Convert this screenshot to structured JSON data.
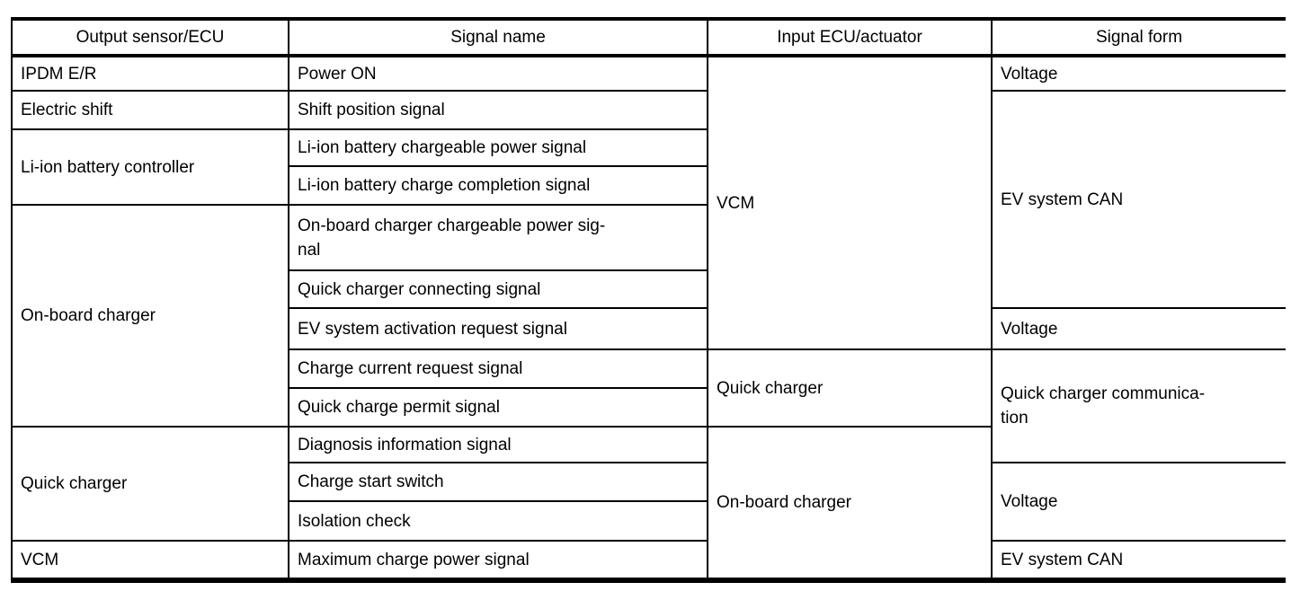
{
  "table": {
    "headers": [
      "Output sensor/ECU",
      "Signal name",
      "Input ECU/actuator",
      "Signal form"
    ],
    "rows": [
      {
        "cells": [
          {
            "col": "output-sensor",
            "text": "IPDM E/R",
            "rowspan": 1
          },
          {
            "col": "signal-name",
            "text": "Power ON",
            "rowspan": 1
          },
          {
            "col": "input-ecu",
            "text": "VCM",
            "rowspan": 7
          },
          {
            "col": "signal-form",
            "text": "Voltage",
            "rowspan": 1
          }
        ]
      },
      {
        "cells": [
          {
            "col": "output-sensor",
            "text": "Electric shift",
            "rowspan": 1
          },
          {
            "col": "signal-name",
            "text": "Shift position signal",
            "rowspan": 1
          },
          {
            "col": "signal-form",
            "text": "EV system CAN",
            "rowspan": 5
          }
        ]
      },
      {
        "cells": [
          {
            "col": "output-sensor",
            "text": "Li-ion battery controller",
            "rowspan": 2
          },
          {
            "col": "signal-name",
            "text": "Li-ion battery chargeable power signal",
            "rowspan": 1
          }
        ]
      },
      {
        "cells": [
          {
            "col": "signal-name",
            "text": "Li-ion battery charge completion signal",
            "rowspan": 1
          }
        ]
      },
      {
        "cells": [
          {
            "col": "output-sensor",
            "text": "On-board charger",
            "rowspan": 5
          },
          {
            "col": "signal-name",
            "text": "On-board charger chargeable power sig-\nnal",
            "rowspan": 1
          }
        ]
      },
      {
        "cells": [
          {
            "col": "signal-name",
            "text": "Quick charger connecting signal",
            "rowspan": 1
          }
        ]
      },
      {
        "cells": [
          {
            "col": "signal-name",
            "text": "EV system activation request signal",
            "rowspan": 1
          },
          {
            "col": "signal-form",
            "text": "Voltage",
            "rowspan": 1
          }
        ]
      },
      {
        "cells": [
          {
            "col": "signal-name",
            "text": "Charge current request signal",
            "rowspan": 1
          },
          {
            "col": "input-ecu",
            "text": "Quick charger",
            "rowspan": 2
          },
          {
            "col": "signal-form",
            "text": "Quick charger communica-\ntion",
            "rowspan": 3
          }
        ]
      },
      {
        "cells": [
          {
            "col": "signal-name",
            "text": "Quick charge permit signal",
            "rowspan": 1
          }
        ]
      },
      {
        "cells": [
          {
            "col": "output-sensor",
            "text": "Quick charger",
            "rowspan": 3
          },
          {
            "col": "signal-name",
            "text": "Diagnosis information signal",
            "rowspan": 1
          },
          {
            "col": "input-ecu",
            "text": "On-board charger",
            "rowspan": 4
          }
        ]
      },
      {
        "cells": [
          {
            "col": "signal-name",
            "text": "Charge start switch",
            "rowspan": 1
          },
          {
            "col": "signal-form",
            "text": "Voltage",
            "rowspan": 2
          }
        ]
      },
      {
        "cells": [
          {
            "col": "signal-name",
            "text": "Isolation check",
            "rowspan": 1
          }
        ]
      },
      {
        "cells": [
          {
            "col": "output-sensor",
            "text": "VCM",
            "rowspan": 1
          },
          {
            "col": "signal-name",
            "text": "Maximum charge power signal",
            "rowspan": 1
          },
          {
            "col": "signal-form",
            "text": "EV system CAN",
            "rowspan": 1
          }
        ]
      }
    ]
  }
}
